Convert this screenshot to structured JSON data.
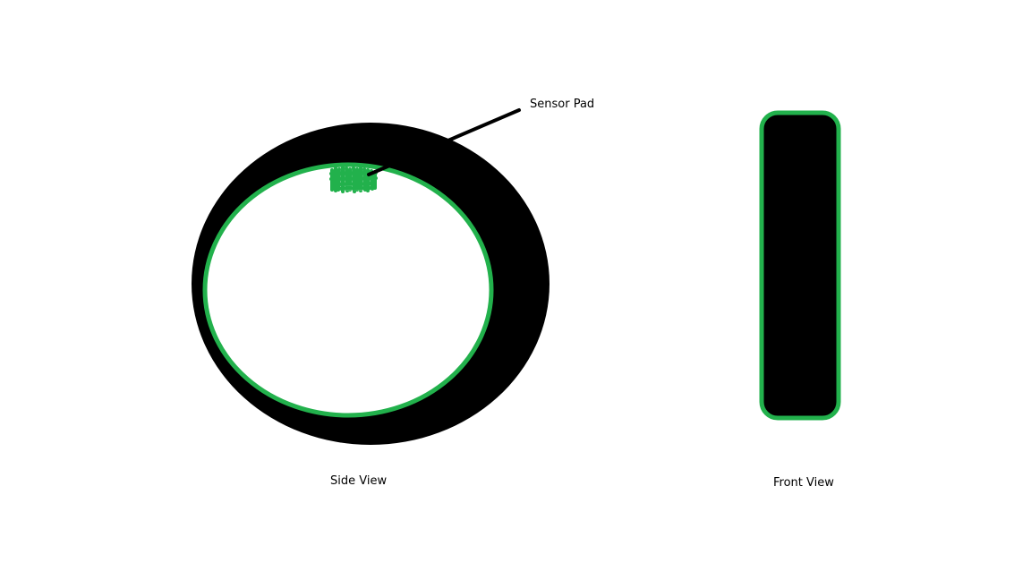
{
  "labels": {
    "sensor_pad": "Sensor Pad",
    "side_view": "Side View",
    "front_view": "Front View"
  },
  "colors": {
    "background": "#ffffff",
    "band_fill": "#000000",
    "outline_green": "#22b14c",
    "inner_fill": "#ffffff",
    "leader_line": "#000000"
  }
}
